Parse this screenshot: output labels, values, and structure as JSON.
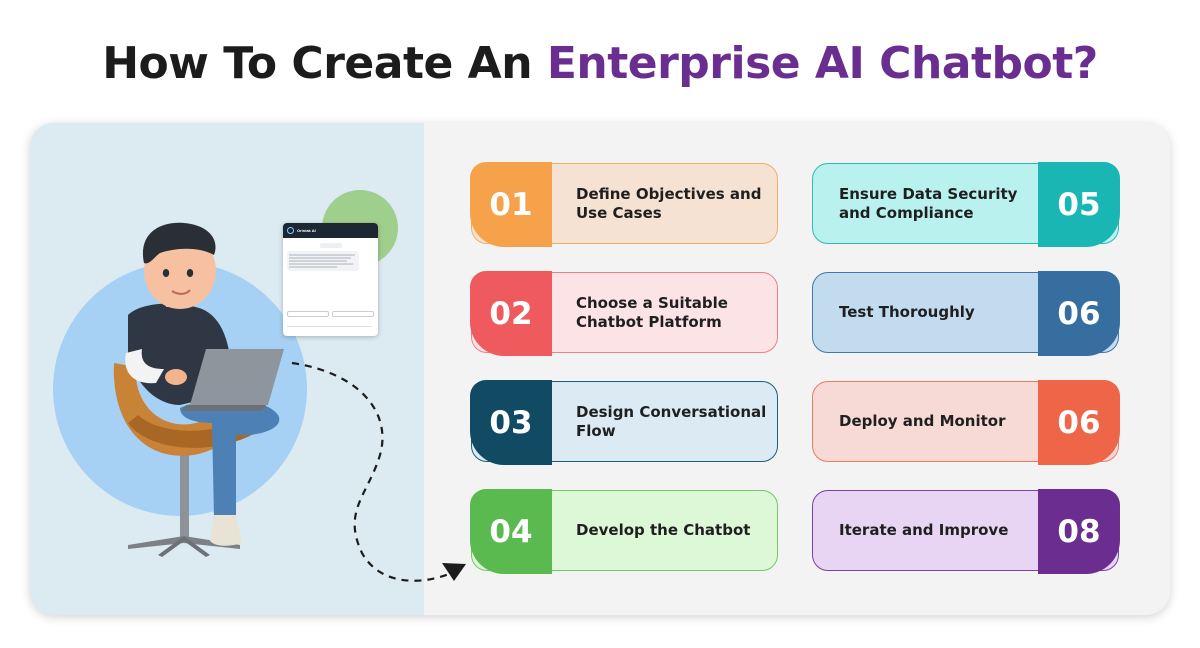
{
  "title": {
    "prefix": "How To Create An ",
    "accent": "Enterprise AI Chatbot?"
  },
  "colors": {
    "title_dark": "#1c1c1c",
    "title_accent": "#6a2e91",
    "panel_left_bg": "#dceaf2",
    "panel_right_bg": "#f3f3f3"
  },
  "chat_widget": {
    "brand": "Oriniak AI"
  },
  "steps": [
    {
      "number": "01",
      "label": "Define Objectives and Use Cases",
      "accent": "#f5a24b",
      "fill": "#f5e2d2",
      "border": "#f1ae6a"
    },
    {
      "number": "02",
      "label": "Choose a Suitable Chatbot Platform",
      "accent": "#ee5a5e",
      "fill": "#fbe3e6",
      "border": "#ef7f86"
    },
    {
      "number": "03",
      "label": "Design Conversational Flow",
      "accent": "#114b63",
      "fill": "#dcebf3",
      "border": "#1e5e78"
    },
    {
      "number": "04",
      "label": "Develop the Chatbot",
      "accent": "#5ab94f",
      "fill": "#dcf8d7",
      "border": "#75c56a"
    },
    {
      "number": "05",
      "label": "Ensure Data Security and Compliance",
      "accent": "#1ab6b4",
      "fill": "#b9f1ee",
      "border": "#2fb9b5"
    },
    {
      "number": "06",
      "label": "Test Thoroughly",
      "accent": "#366f9f",
      "fill": "#c3dbee",
      "border": "#4378a6"
    },
    {
      "number": "06",
      "label": "Deploy and Monitor",
      "accent": "#ee6547",
      "fill": "#f7d9d6",
      "border": "#ee7a62"
    },
    {
      "number": "08",
      "label": "Iterate and Improve",
      "accent": "#6b2d90",
      "fill": "#e8d4f3",
      "border": "#7d43a0"
    }
  ]
}
